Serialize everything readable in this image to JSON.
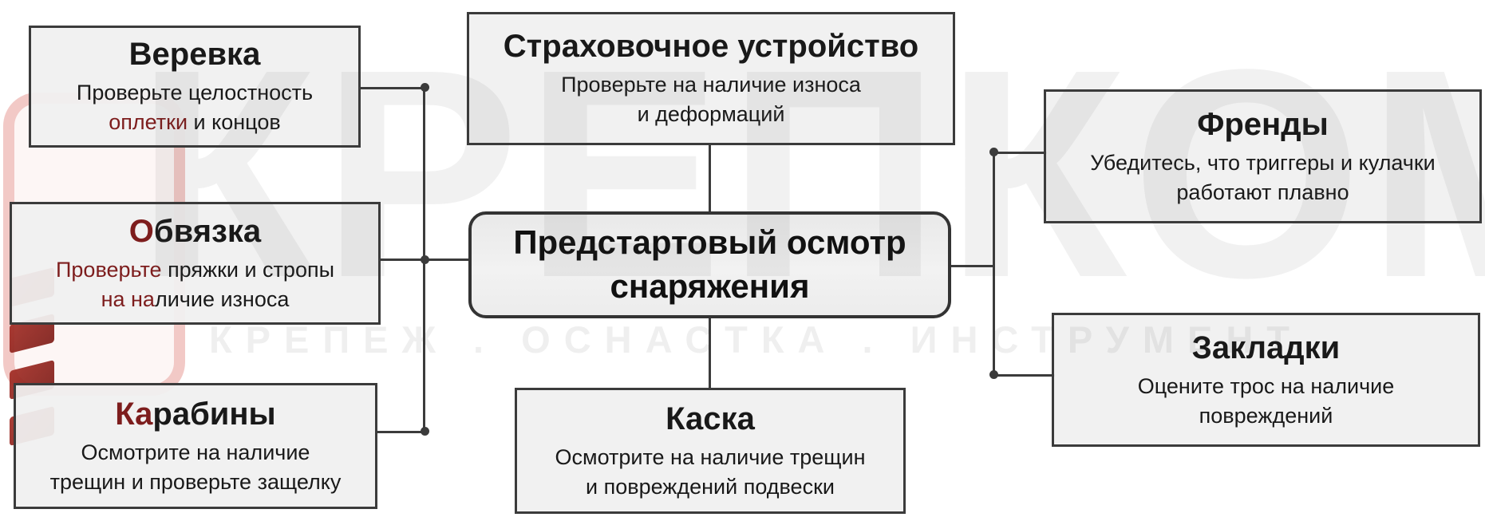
{
  "diagram": {
    "center_node": {
      "lines": [
        "Предстартовый осмотр",
        "снаряжения"
      ]
    },
    "boxes": {
      "rope": {
        "title": [
          {
            "t": "Веревка"
          }
        ],
        "body": [
          [
            {
              "t": "Проверьте целостность"
            }
          ],
          [
            {
              "t": "оплетки",
              "c": "red"
            },
            {
              "t": " и концов"
            }
          ]
        ]
      },
      "belay": {
        "title": [
          {
            "t": "Страховочное устройство"
          }
        ],
        "body": [
          [
            {
              "t": "Проверьте на наличие износа"
            }
          ],
          [
            {
              "t": "и деформаций"
            }
          ]
        ]
      },
      "harness": {
        "title": [
          {
            "t": "О",
            "c": "red"
          },
          {
            "t": "бвязка"
          }
        ],
        "body": [
          [
            {
              "t": "Проверьте",
              "c": "red"
            },
            {
              "t": " пряжки и стропы"
            }
          ],
          [
            {
              "t": "на на",
              "c": "red"
            },
            {
              "t": "личие износа"
            }
          ]
        ]
      },
      "carabiners": {
        "title": [
          {
            "t": "Ка",
            "c": "red"
          },
          {
            "t": "рабины"
          }
        ],
        "body": [
          [
            {
              "t": "Осмотрите на наличие"
            }
          ],
          [
            {
              "t": "трещин и проверьте защелку"
            }
          ]
        ]
      },
      "helmet": {
        "title": [
          {
            "t": "Каска"
          }
        ],
        "body": [
          [
            {
              "t": "Осмотрите на наличие трещин"
            }
          ],
          [
            {
              "t": "и повреждений подвески"
            }
          ]
        ]
      },
      "cams": {
        "title": [
          {
            "t": "Френды"
          }
        ],
        "body": [
          [
            {
              "t": "Убедитесь, что триггеры и кулачки"
            }
          ],
          [
            {
              "t": "работают плавно"
            }
          ]
        ]
      },
      "nuts": {
        "title": [
          {
            "t": "Закладки"
          }
        ],
        "body": [
          [
            {
              "t": "Оцените трос на наличие"
            }
          ],
          [
            {
              "t": "повреждений"
            }
          ]
        ]
      }
    },
    "colors": {
      "accent_red": "#7d1d1d",
      "line": "#3b3b3b",
      "box_bg": "#efefef",
      "box_border": "#3b3b3b"
    },
    "watermark": {
      "brand": "КРЕПКОМ",
      "tagline": "КРЕПЕЖ . ОСНАСТКА . ИНСТРУМЕНТ"
    }
  }
}
